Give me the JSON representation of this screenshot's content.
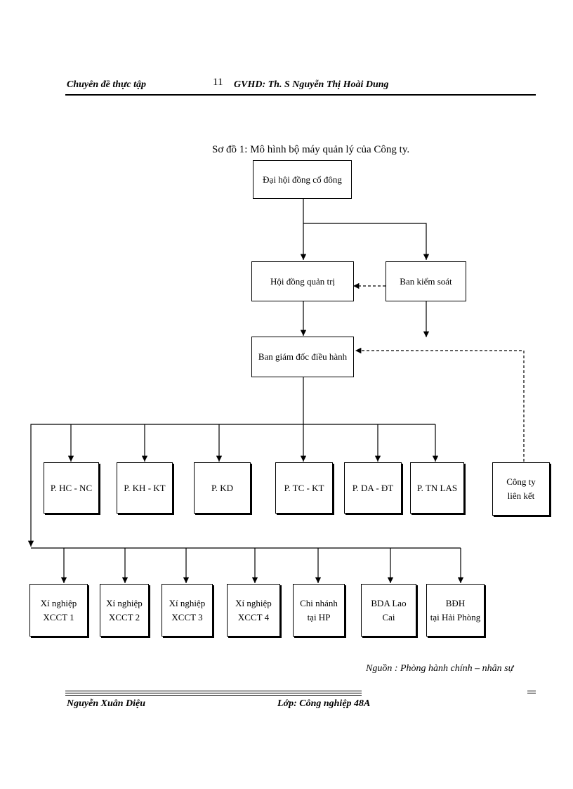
{
  "header": {
    "left": "Chuyên đề thực tập",
    "page_number": "11",
    "supervisor": "GVHD: Th. S Nguyễn Thị Hoài Dung"
  },
  "diagram": {
    "title": "Sơ đồ 1: Mô hình bộ máy quản lý của Công ty.",
    "nodes": {
      "shareholders": "Đại hội đồng cổ đông",
      "board": "Hội đồng quản trị",
      "supervisory": "Ban kiểm soát",
      "executive": "Ban giám đốc điều hành",
      "dept_hc_nc": "P. HC - NC",
      "dept_kh_kt": "P. KH - KT",
      "dept_kd": "P. KD",
      "dept_tc_kt": "P. TC - KT",
      "dept_da_dt": "P. DA - ĐT",
      "dept_tn_las": "P. TN LAS",
      "affiliate": "Công ty\nliên kết",
      "xccl1": "Xí nghiệp\nXCCT 1",
      "xccl2": "Xí nghiệp\nXCCT 2",
      "xccl3": "Xí nghiệp\nXCCT 3",
      "xccl4": "Xí nghiệp\nXCCT 4",
      "branch_hp": "Chi nhánh\ntại HP",
      "bda_laocai": "BDA Lao\nCai",
      "bdh_haiphong": "BĐH\ntại Hải Phòng"
    },
    "source": "Nguồn : Phòng hành chính – nhân sự"
  },
  "footer": {
    "author": "Nguyễn Xuân Diệu",
    "class": "Lớp: Công nghiệp 48A"
  }
}
